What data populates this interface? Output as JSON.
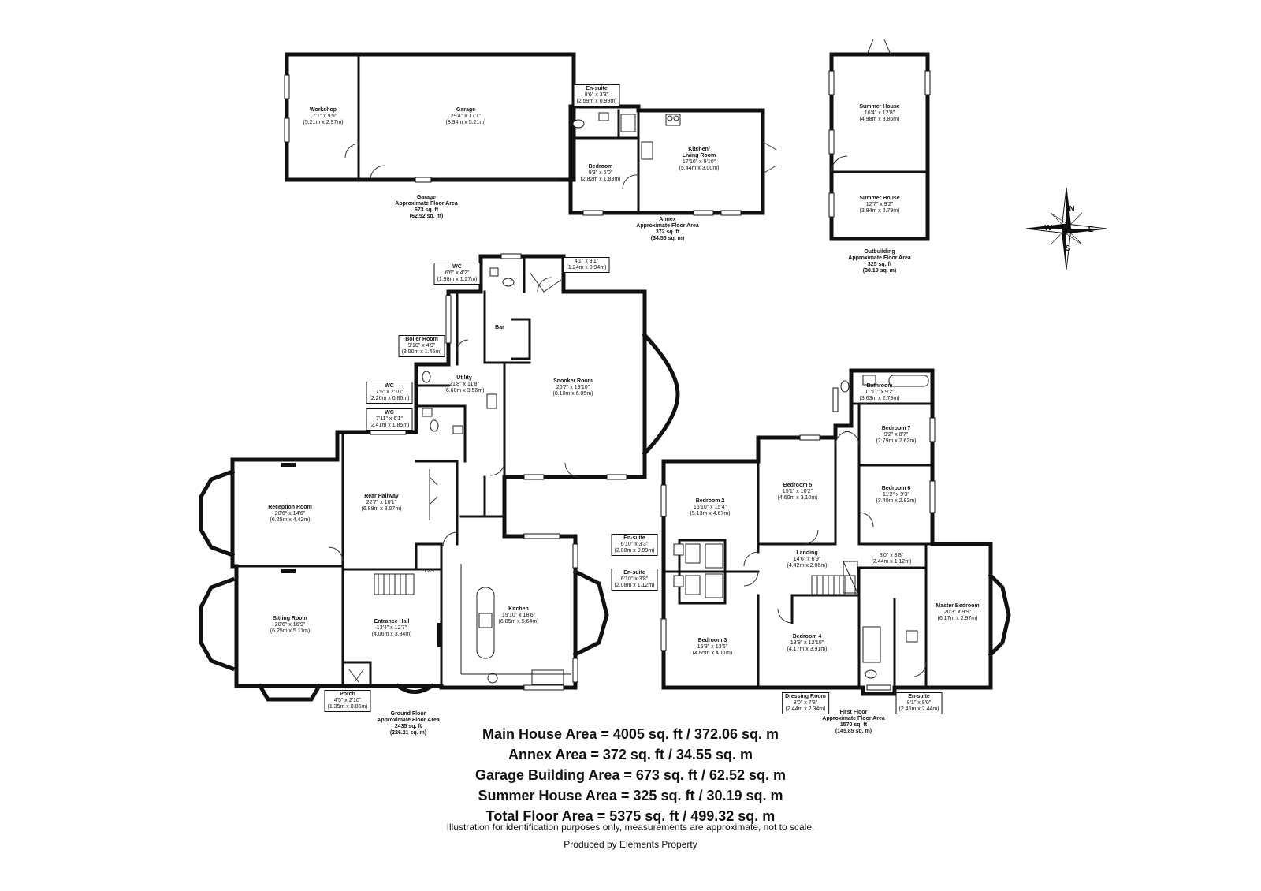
{
  "rooms": {
    "workshop": {
      "name": "Workshop",
      "imperial": "17'1\" x 9'9\"",
      "metric": "(5.21m x 2.97m)"
    },
    "garage": {
      "name": "Garage",
      "imperial": "29'4\" x 17'1\"",
      "metric": "(8.94m x 5.21m)"
    },
    "annex_ensuite": {
      "name": "En-suite",
      "imperial": "8'6\" x 3'3\"",
      "metric": "(2.59m x 0.99m)"
    },
    "annex_bedroom": {
      "name": "Bedroom",
      "imperial": "9'3\" x 6'0\"",
      "metric": "(2.82m x 1.83m)"
    },
    "kitchen_living": {
      "name": "Kitchen/",
      "name2": "Living Room",
      "imperial": "17'10\" x 9'10\"",
      "metric": "(5.44m x 3.00m)"
    },
    "summer_house_1": {
      "name": "Summer House",
      "imperial": "16'4\" x 12'8\"",
      "metric": "(4.98m x 3.86m)"
    },
    "summer_house_2": {
      "name": "Summer House",
      "imperial": "12'7\" x 9'2\"",
      "metric": "(3.84m x 2.79m)"
    },
    "wc_top": {
      "name": "WC",
      "imperial": "6'6\" x 4'2\"",
      "metric": "(1.98m x 1.27m)"
    },
    "store_top": {
      "imperial": "4'1\" x 3'1\"",
      "metric": "(1.24m x 0.94m)"
    },
    "bar": {
      "name": "Bar"
    },
    "boiler_room": {
      "name": "Boiler Room",
      "imperial": "9'10\" x 4'9\"",
      "metric": "(3.00m x 1.45m)"
    },
    "wc_1": {
      "name": "WC",
      "imperial": "7'5\" x 2'10\"",
      "metric": "(2.26m x 0.86m)"
    },
    "wc_2": {
      "name": "WC",
      "imperial": "7'11\" x 6'1\"",
      "metric": "(2.41m x 1.85m)"
    },
    "utility": {
      "name": "Utility",
      "imperial": "21'8\" x 11'8\"",
      "metric": "(6.60m x 3.56m)"
    },
    "snooker_room": {
      "name": "Snooker Room",
      "imperial": "26'7\" x 19'10\"",
      "metric": "(8.10m x 6.05m)"
    },
    "reception_room": {
      "name": "Reception Room",
      "imperial": "20'6\" x 14'6\"",
      "metric": "(6.25m x 4.42m)"
    },
    "rear_hallway": {
      "name": "Rear Hallway",
      "imperial": "22'7\" x 10'1\"",
      "metric": "(6.88m x 3.07m)"
    },
    "cs": {
      "name": "C/S"
    },
    "sitting_room": {
      "name": "Sitting Room",
      "imperial": "20'6\" x 16'9\"",
      "metric": "(6.25m x 5.11m)"
    },
    "entrance_hall": {
      "name": "Entrance Hall",
      "imperial": "13'4\" x 12'7\"",
      "metric": "(4.06m x 3.84m)"
    },
    "kitchen": {
      "name": "Kitchen",
      "imperial": "19'10\" x 18'6\"",
      "metric": "(6.05m x 5.64m)"
    },
    "porch": {
      "name": "Porch",
      "imperial": "4'5\" x 2'10\"",
      "metric": "(1.35m x 0.86m)"
    },
    "bathroom": {
      "name": "Bathroom",
      "imperial": "11'11\" x 9'2\"",
      "metric": "(3.63m x 2.79m)"
    },
    "bedroom_7": {
      "name": "Bedroom 7",
      "imperial": "9'2\" x 8'7\"",
      "metric": "(2.79m x 2.62m)"
    },
    "bedroom_6": {
      "name": "Bedroom 6",
      "imperial": "11'2\" x 9'3\"",
      "metric": "(3.40m x 2.82m)"
    },
    "bedroom_5": {
      "name": "Bedroom 5",
      "imperial": "15'1\" x 10'2\"",
      "metric": "(4.60m x 3.10m)"
    },
    "bedroom_2": {
      "name": "Bedroom 2",
      "imperial": "16'10\" x 15'4\"",
      "metric": "(5.13m x 4.67m)"
    },
    "ensuite_a": {
      "name": "En-suite",
      "imperial": "6'10\" x 3'3\"",
      "metric": "(2.08m x 0.99m)"
    },
    "ensuite_b": {
      "name": "En-suite",
      "imperial": "6'10\" x 3'8\"",
      "metric": "(2.08m x 1.12m)"
    },
    "landing": {
      "name": "Landing",
      "imperial": "14'6\" x 6'9\"",
      "metric": "(4.42m x 2.06m)"
    },
    "store_first": {
      "imperial": "8'0\" x 3'8\"",
      "metric": "(2.44m x 1.12m)"
    },
    "master_bedroom": {
      "name": "Master Bedroom",
      "imperial": "20'3\" x 9'9\"",
      "metric": "(6.17m x 2.97m)"
    },
    "bedroom_3": {
      "name": "Bedroom 3",
      "imperial": "15'3\" x 13'6\"",
      "metric": "(4.65m x 4.11m)"
    },
    "bedroom_4": {
      "name": "Bedroom 4",
      "imperial": "13'8\" x 12'10\"",
      "metric": "(4.17m x 3.91m)"
    },
    "dressing_room": {
      "name": "Dressing Room",
      "imperial": "8'0\" x 7'8\"",
      "metric": "(2.44m x 2.34m)"
    },
    "ensuite_master": {
      "name": "En-suite",
      "imperial": "8'1\" x 8'0\"",
      "metric": "(2.46m x 2.44m)"
    }
  },
  "areas": {
    "garage": {
      "l1": "Garage",
      "l2": "Approximate Floor Area",
      "l3": "673 sq. ft",
      "l4": "(62.52 sq. m)"
    },
    "annex": {
      "l1": "Annex",
      "l2": "Approximate Floor Area",
      "l3": "372 sq. ft",
      "l4": "(34.55 sq. m)"
    },
    "outbuilding": {
      "l1": "Outbuilding",
      "l2": "Approximate Floor Area",
      "l3": "325 sq. ft",
      "l4": "(30.19 sq. m)"
    },
    "ground": {
      "l1": "Ground Floor",
      "l2": "Approximate Floor Area",
      "l3": "2435 sq. ft",
      "l4": "(226.21 sq. m)"
    },
    "first": {
      "l1": "First Floor",
      "l2": "Approximate Floor Area",
      "l3": "1570 sq. ft",
      "l4": "(145.85 sq. m)"
    }
  },
  "compass": {
    "n": "N",
    "s": "S",
    "e": "E",
    "w": "W"
  },
  "totals": [
    "Main House Area = 4005 sq. ft / 372.06 sq. m",
    "Annex Area = 372 sq. ft / 34.55 sq. m",
    "Garage Building Area = 673 sq. ft / 62.52 sq. m",
    "Summer House Area = 325 sq. ft / 30.19 sq. m",
    "Total Floor Area = 5375 sq. ft / 499.32 sq. m"
  ],
  "disclaimer": "Illustration for identification purposes only, measurements are approximate, not to scale.",
  "producer": "Produced by Elements Property"
}
